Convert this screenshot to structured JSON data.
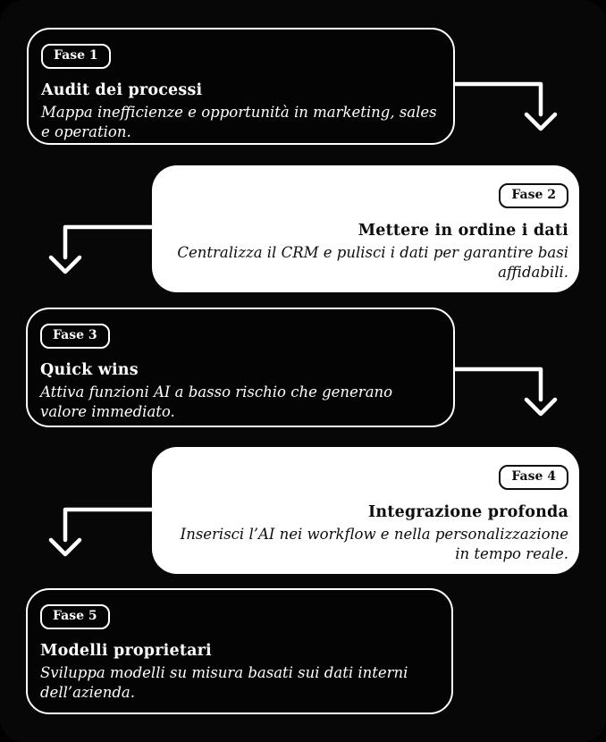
{
  "colors": {
    "background": "#070707",
    "card_dark_bg": "#040404",
    "card_light_bg": "#ffffff",
    "stroke_white": "#ffffff",
    "text_on_light": "#0d0d0d",
    "text_on_white_card": "#0d0d0d",
    "text_on_dark_card": "#ffffff"
  },
  "phases": [
    {
      "badge": "Fase 1",
      "title": "Audit dei processi",
      "description": "Mappa inefficienze e opportunità in marketing, sales e operation.",
      "description_lines": [
        "Mappa inefficienze e opportunità in marketing, sales",
        "e operation."
      ],
      "theme": "dark",
      "align": "left"
    },
    {
      "badge": "Fase 2",
      "title": "Mettere in ordine i dati",
      "description": "Centralizza il CRM e pulisci i dati per garantire basi affidabili.",
      "description_lines": [
        "Centralizza il CRM e pulisci i dati per garantire basi",
        "affidabili."
      ],
      "theme": "light",
      "align": "right"
    },
    {
      "badge": "Fase 3",
      "title": "Quick wins",
      "description": "Attiva funzioni AI a basso rischio che generano valore immediato.",
      "description_lines": [
        "Attiva funzioni AI a basso rischio che generano",
        "valore immediato."
      ],
      "theme": "dark",
      "align": "left"
    },
    {
      "badge": "Fase 4",
      "title": "Integrazione profonda",
      "description": "Inserisci l’AI nei workflow e nella personalizzazione in tempo reale.",
      "description_lines": [
        "Inserisci l’AI nei workflow e nella personalizzazione",
        "in tempo reale."
      ],
      "theme": "light",
      "align": "right"
    },
    {
      "badge": "Fase 5",
      "title": "Modelli proprietari",
      "description": "Sviluppa modelli su misura basati sui dati interni dell’azienda.",
      "description_lines": [
        "Sviluppa modelli su misura basati sui dati interni",
        "dell’azienda."
      ],
      "theme": "dark",
      "align": "left"
    }
  ],
  "connectors": [
    {
      "after": "Fase 1",
      "direction": "down-right"
    },
    {
      "after": "Fase 2",
      "direction": "down-left"
    },
    {
      "after": "Fase 3",
      "direction": "down-right"
    },
    {
      "after": "Fase 4",
      "direction": "down-left"
    }
  ]
}
